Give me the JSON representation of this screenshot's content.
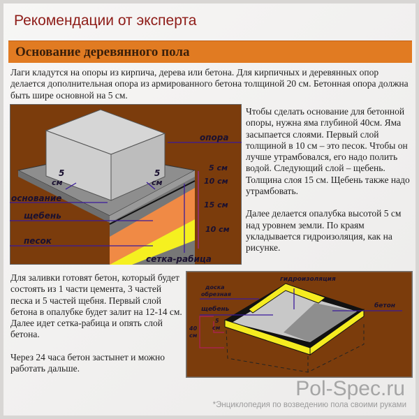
{
  "header": {
    "title": "Рекомендации от эксперта",
    "section": "Основание деревянного пола"
  },
  "intro": "Лаги кладутся на опоры из кирпича, дерева или бетона. Для кирпичных и деревянных опор делается дополнительная опора из армированного бетона толщиной 20 см. Бетонная опора должна быть шире основной на 5 см.",
  "right_text": {
    "p1": "Чтобы сделать основание для бетонной опоры, нужна яма глубиной 40см. Яма засыпается слоями. Первый слой толщиной в 10 см – это песок. Чтобы он лучше утрамбовался, его надо полить водой. Следующий слой – щебень. Толщина слоя 15 см. Щебень также надо утрамбовать.",
    "p2": "Далее делается опалубка высотой 5 см над уровнем земли. По краям укладывается гидроизоляция, как на рисунке."
  },
  "left_text": {
    "p1": "Для заливки готовят бетон, который будет состоять из 1 части цемента, 3 частей песка и 5 частей щебня. Первый слой бетона в опалубке будет залит на 12-14 см. Далее идет сетка-рабица и опять слой бетона.",
    "p2": "Через 24 часа бетон застынет и можно работать дальше."
  },
  "diagram1": {
    "opora": "опора",
    "osnovanie": "основание",
    "shcheben": "щебень",
    "pesok": "песок",
    "setka": "сетка-рабица",
    "five": "5",
    "cm": "см",
    "dims": [
      "5 см",
      "10 см",
      "15 см",
      "10 см"
    ]
  },
  "diagram2": {
    "doska1": "доска",
    "doska2": "обрезная",
    "gidro": "гидроизоляция",
    "shcheben": "щебень",
    "beton": "бетон",
    "five": "5",
    "cm": "см",
    "forty": "40"
  },
  "colors": {
    "brown": "#7b3c0c",
    "orange": "#e17b22",
    "title": "#8e1c18"
  },
  "footer": {
    "logo": "Pol-Spec.ru",
    "note": "*Энциклопедия по возведению пола своими руками"
  }
}
